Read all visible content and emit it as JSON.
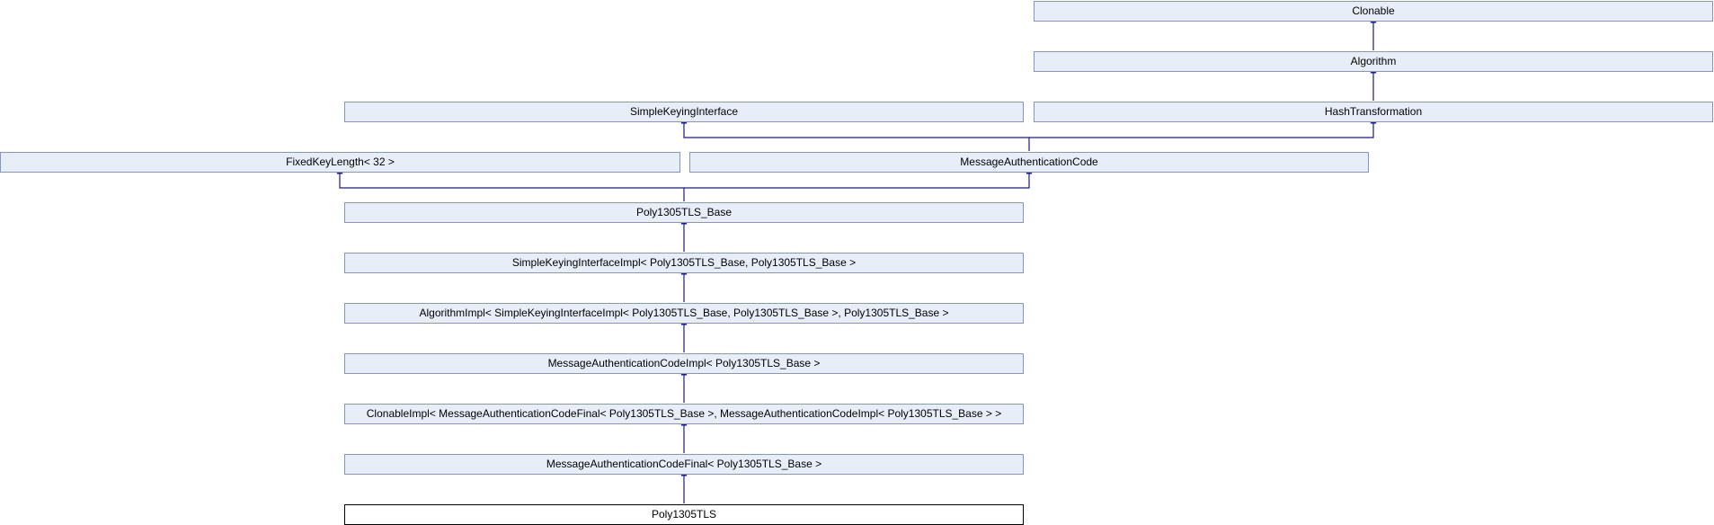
{
  "diagram": {
    "colors": {
      "node_fill": "#e8eef7",
      "node_border": "#8497c2",
      "current_node_fill": "#ffffff",
      "current_node_border": "#000000",
      "edge": "#1a1a80"
    },
    "nodes": {
      "clonable": "Clonable",
      "algorithm": "Algorithm",
      "simple_keying_interface": "SimpleKeyingInterface",
      "hash_transformation": "HashTransformation",
      "fixed_key_length": "FixedKeyLength< 32 >",
      "message_authentication_code": "MessageAuthenticationCode",
      "poly1305tls_base": "Poly1305TLS_Base",
      "simple_keying_interface_impl": "SimpleKeyingInterfaceImpl< Poly1305TLS_Base, Poly1305TLS_Base >",
      "algorithm_impl": "AlgorithmImpl< SimpleKeyingInterfaceImpl< Poly1305TLS_Base, Poly1305TLS_Base >, Poly1305TLS_Base >",
      "message_authentication_code_impl": "MessageAuthenticationCodeImpl< Poly1305TLS_Base >",
      "clonable_impl": "ClonableImpl< MessageAuthenticationCodeFinal< Poly1305TLS_Base >, MessageAuthenticationCodeImpl< Poly1305TLS_Base > >",
      "message_authentication_code_final": "MessageAuthenticationCodeFinal< Poly1305TLS_Base >",
      "poly1305tls": "Poly1305TLS"
    }
  }
}
